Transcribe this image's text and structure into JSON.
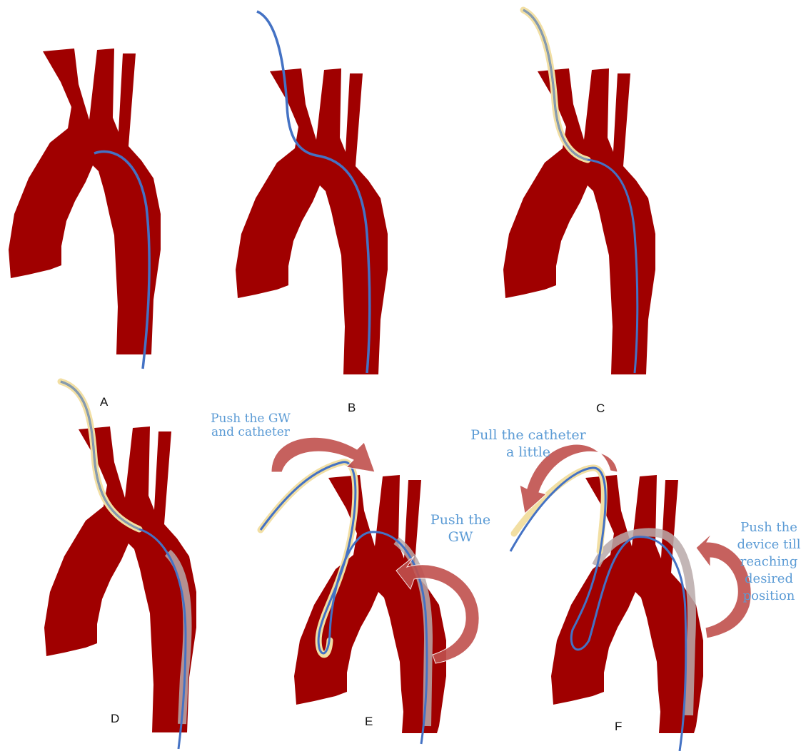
{
  "panels": [
    {
      "label": "A"
    },
    {
      "label": "B"
    },
    {
      "label": "C"
    },
    {
      "label": "D"
    },
    {
      "label": "E"
    },
    {
      "label": "F"
    }
  ],
  "annotations": {
    "e_top": [
      "Push the GW",
      "and catheter"
    ],
    "e_side": [
      "Push the",
      "GW"
    ],
    "f_top": [
      "Pull the catheter",
      "a little"
    ],
    "f_side": [
      "Push the",
      "device till",
      "reaching",
      "desired",
      "position"
    ]
  },
  "colors": {
    "vessel": "#a00000",
    "guidewire": "#4472c4",
    "catheter": "#f2dfa3",
    "device": "#b9a9a9",
    "arrow": "#c0504d",
    "annotation_text": "#5b9bd5"
  },
  "icons": [
    "curved-arrow-icon"
  ]
}
